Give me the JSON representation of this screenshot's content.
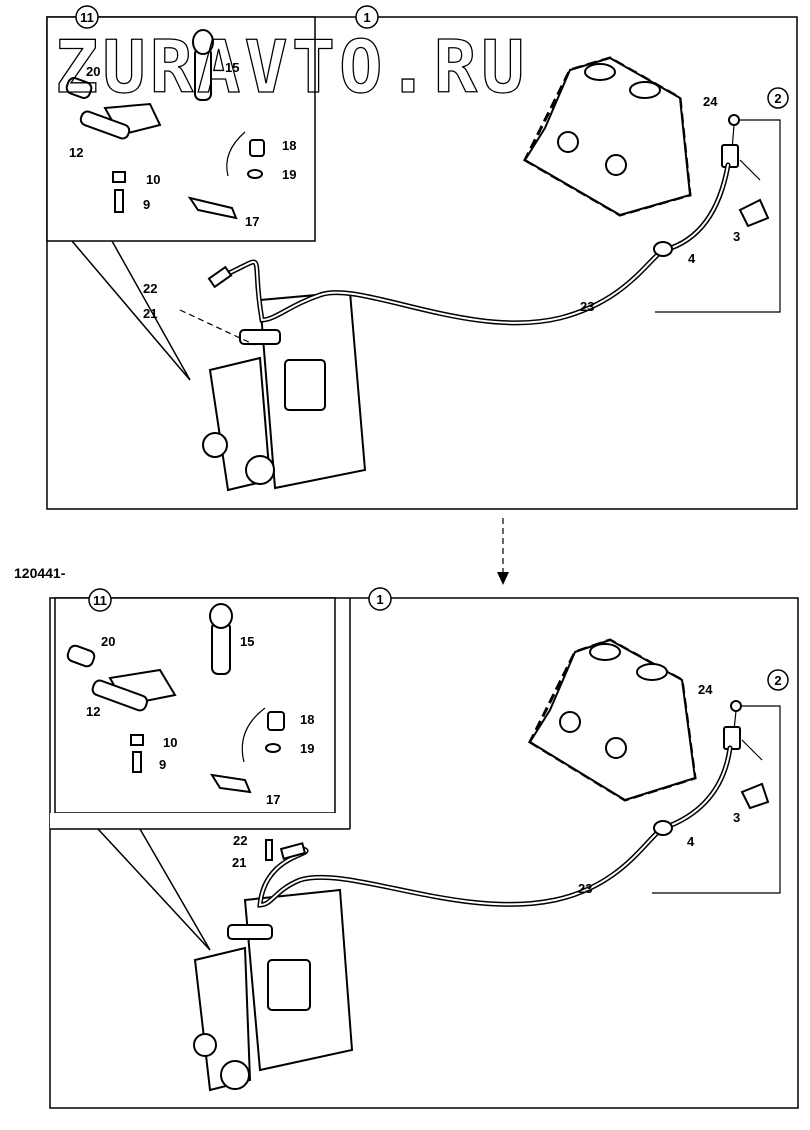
{
  "watermark": "ZURAVTO.RU",
  "reference_code": "120441-",
  "top": {
    "circle_detail": "11",
    "circle_main": "1",
    "circle_lever": "2",
    "labels": {
      "p20": "20",
      "p15": "15",
      "p12": "12",
      "p10": "10",
      "p9": "9",
      "p18": "18",
      "p19": "19",
      "p17": "17",
      "p24": "24",
      "p3": "3",
      "p4": "4",
      "p23": "23",
      "p22": "22",
      "p21": "21"
    }
  },
  "bottom": {
    "circle_detail": "11",
    "circle_main": "1",
    "circle_lever": "2",
    "labels": {
      "p20": "20",
      "p15": "15",
      "p12": "12",
      "p10": "10",
      "p9": "9",
      "p18": "18",
      "p19": "19",
      "p17": "17",
      "p24": "24",
      "p3": "3",
      "p4": "4",
      "p23": "23",
      "p22": "22",
      "p21": "21"
    }
  }
}
